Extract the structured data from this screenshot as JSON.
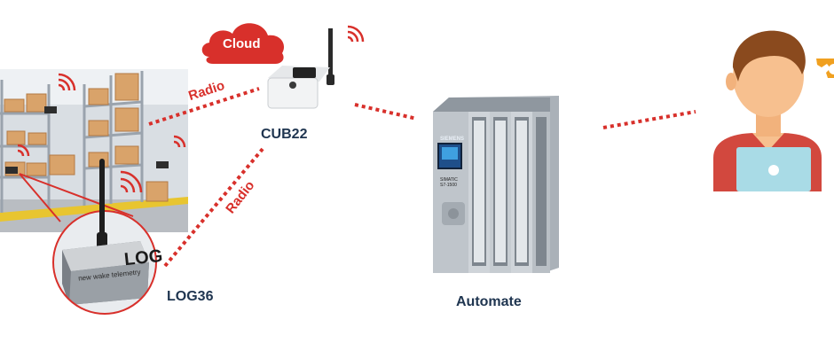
{
  "cloud": {
    "label": "Cloud"
  },
  "links": {
    "radio_top": "Radio",
    "radio_left": "Radio"
  },
  "devices": {
    "gateway": {
      "label": "CUB22"
    },
    "sensor": {
      "label": "LOG36",
      "case_text": "LOG",
      "brand_text": "new wake telemetry"
    },
    "plc": {
      "label": "Automate",
      "brand": "SIEMENS",
      "model_line1": "SIMATIC",
      "model_line2": "S7-1500"
    }
  },
  "colors": {
    "accent_red": "#d8302b",
    "label_navy": "#1f3550"
  },
  "icons": [
    "cloud-icon",
    "wifi-signal-icon",
    "gear-icon",
    "user-avatar-icon",
    "laptop-icon"
  ]
}
